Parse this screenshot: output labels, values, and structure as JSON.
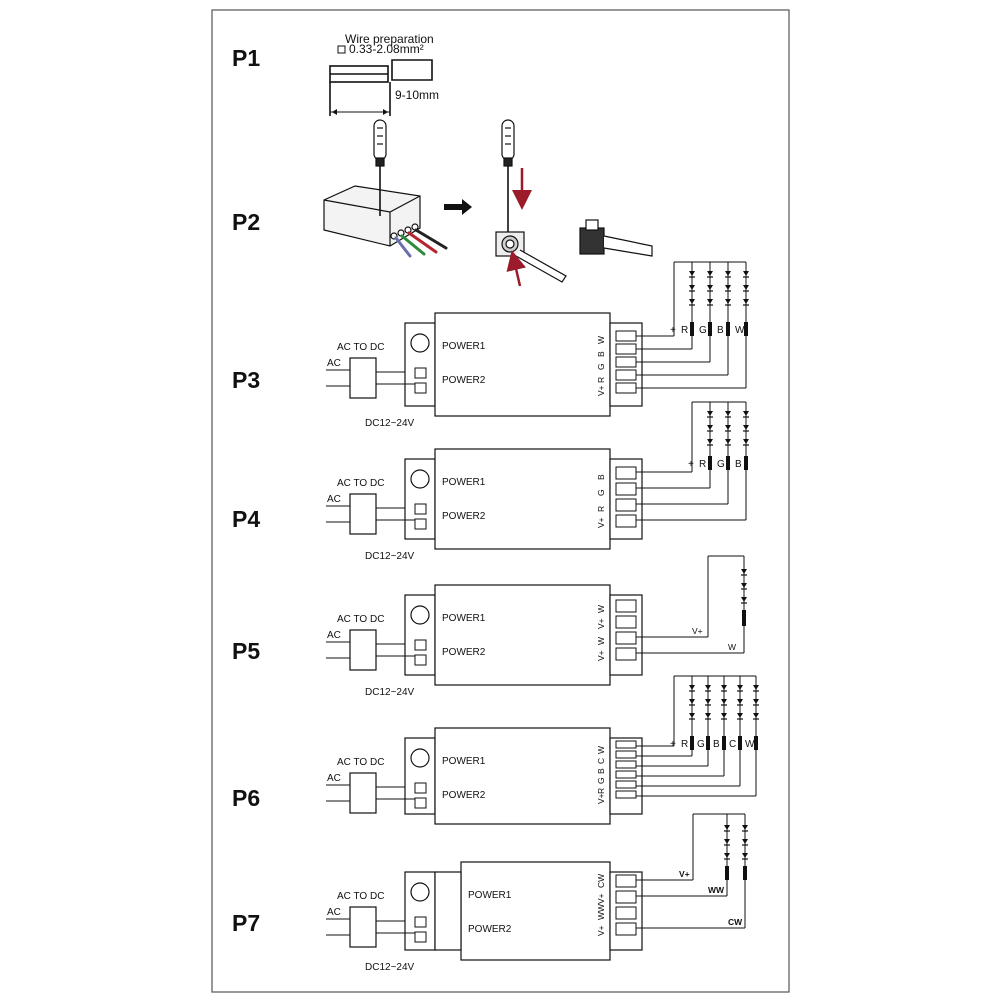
{
  "colors": {
    "ink": "#111111",
    "accent_red": "#9b1b2a",
    "frame": "#555555"
  },
  "p1": {
    "label": "P1",
    "title": "Wire preparation",
    "gauge": "0.33-2.08mm²",
    "strip_length": "9-10mm"
  },
  "p2": {
    "label": "P2"
  },
  "diagrams": [
    {
      "label": "P3",
      "ac_to_dc": "AC TO DC",
      "ac": "AC",
      "voltage": "DC12~24V",
      "power1": "POWER1",
      "power2": "POWER2",
      "terminals": [
        "V+",
        "R",
        "G",
        "B",
        "W"
      ],
      "strip_labels": [
        "+",
        "R",
        "G",
        "B",
        "W"
      ]
    },
    {
      "label": "P4",
      "ac_to_dc": "AC TO DC",
      "ac": "AC",
      "voltage": "DC12~24V",
      "power1": "POWER1",
      "power2": "POWER2",
      "terminals": [
        "V+",
        "R",
        "G",
        "B"
      ],
      "strip_labels": [
        "+",
        "R",
        "G",
        "B"
      ]
    },
    {
      "label": "P5",
      "ac_to_dc": "AC TO DC",
      "ac": "AC",
      "voltage": "DC12~24V",
      "power1": "POWER1",
      "power2": "POWER2",
      "terminals": [
        "V+",
        "W",
        "V+",
        "W"
      ],
      "strip_labels": [
        "V+",
        "W"
      ]
    },
    {
      "label": "P6",
      "ac_to_dc": "AC TO DC",
      "ac": "AC",
      "power1": "POWER1",
      "power2": "POWER2",
      "terminals": [
        "V+",
        "R",
        "G",
        "B",
        "C",
        "W"
      ],
      "strip_labels": [
        "+",
        "R",
        "G",
        "B",
        "C",
        "W"
      ]
    },
    {
      "label": "P7",
      "ac_to_dc": "AC TO DC",
      "ac": "AC",
      "voltage": "DC12~24V",
      "power1": "POWER1",
      "power2": "POWER2",
      "terminals": [
        "V+",
        "WW",
        "V+",
        "CW"
      ],
      "strip_labels": [
        "V+",
        "WW",
        "CW"
      ]
    }
  ]
}
